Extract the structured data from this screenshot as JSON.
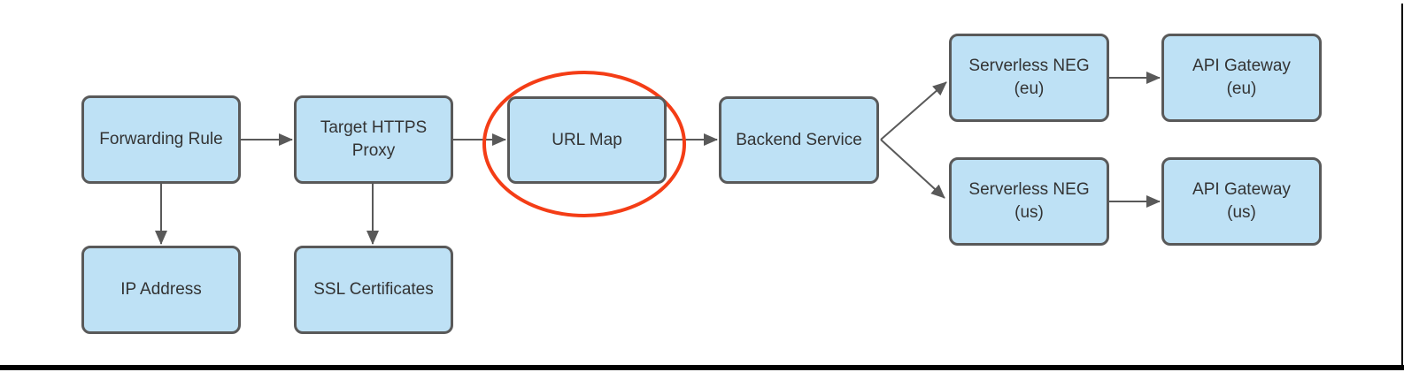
{
  "page": {
    "border_bottom_color": "#000000",
    "border_right_color": "#000000",
    "background": "#FFFFFF"
  },
  "diagram": {
    "style": {
      "node_fill": "#BEE1F5",
      "node_border": "#595959",
      "node_text": "#333333",
      "arrow_color": "#595959",
      "highlight_color": "#F43D16"
    },
    "nodes": [
      {
        "id": "forwarding-rule",
        "label": "Forwarding Rule",
        "lines": [
          "Forwarding Rule"
        ]
      },
      {
        "id": "target-https-proxy",
        "label": "Target HTTPS Proxy",
        "lines": [
          "Target HTTPS",
          "Proxy"
        ]
      },
      {
        "id": "url-map",
        "label": "URL Map",
        "lines": [
          "URL Map"
        ],
        "highlighted": true
      },
      {
        "id": "backend-service",
        "label": "Backend Service",
        "lines": [
          "Backend Service"
        ]
      },
      {
        "id": "serverless-neg-eu",
        "label": "Serverless NEG (eu)",
        "lines": [
          "Serverless NEG",
          "(eu)"
        ]
      },
      {
        "id": "api-gateway-eu",
        "label": "API Gateway (eu)",
        "lines": [
          "API Gateway",
          "(eu)"
        ]
      },
      {
        "id": "serverless-neg-us",
        "label": "Serverless NEG (us)",
        "lines": [
          "Serverless NEG",
          "(us)"
        ]
      },
      {
        "id": "api-gateway-us",
        "label": "API Gateway (us)",
        "lines": [
          "API Gateway",
          "(us)"
        ]
      },
      {
        "id": "ip-address",
        "label": "IP Address",
        "lines": [
          "IP Address"
        ]
      },
      {
        "id": "ssl-certificates",
        "label": "SSL Certificates",
        "lines": [
          "SSL Certificates"
        ]
      }
    ],
    "edges": [
      {
        "from": "forwarding-rule",
        "to": "target-https-proxy"
      },
      {
        "from": "target-https-proxy",
        "to": "url-map"
      },
      {
        "from": "url-map",
        "to": "backend-service"
      },
      {
        "from": "backend-service",
        "to": "serverless-neg-eu"
      },
      {
        "from": "backend-service",
        "to": "serverless-neg-us"
      },
      {
        "from": "serverless-neg-eu",
        "to": "api-gateway-eu"
      },
      {
        "from": "serverless-neg-us",
        "to": "api-gateway-us"
      },
      {
        "from": "forwarding-rule",
        "to": "ip-address"
      },
      {
        "from": "target-https-proxy",
        "to": "ssl-certificates"
      }
    ],
    "annotation": {
      "shape": "ellipse",
      "target": "url-map",
      "color": "#F43D16"
    }
  }
}
